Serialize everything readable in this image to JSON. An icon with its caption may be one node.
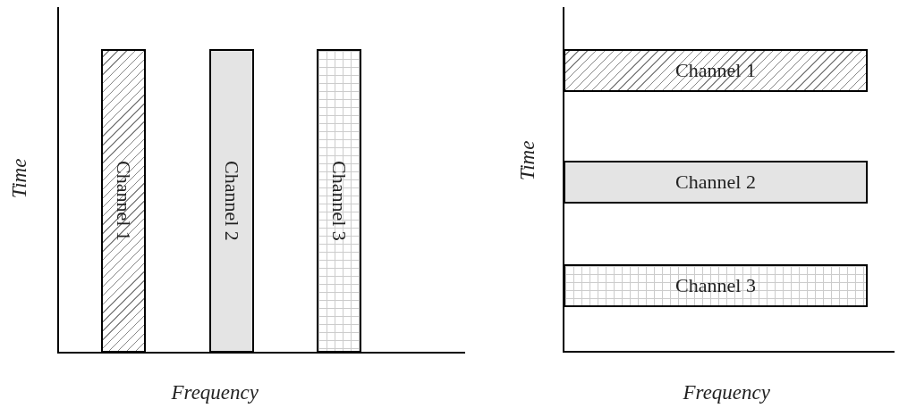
{
  "diagram": {
    "nodes": [
      {
        "text": [
          "Channel 1"
        ]
      },
      {
        "text": [
          "Channel 2"
        ]
      },
      {
        "text": [
          "Channel 3"
        ]
      },
      {
        "text": [
          "Channel 1"
        ]
      },
      {
        "text": [
          "Channel 2"
        ]
      },
      {
        "text": [
          "Channel 3"
        ]
      }
    ],
    "edges": [],
    "labels": [
      "Time",
      "Frequency",
      "Time",
      "Frequency"
    ]
  }
}
